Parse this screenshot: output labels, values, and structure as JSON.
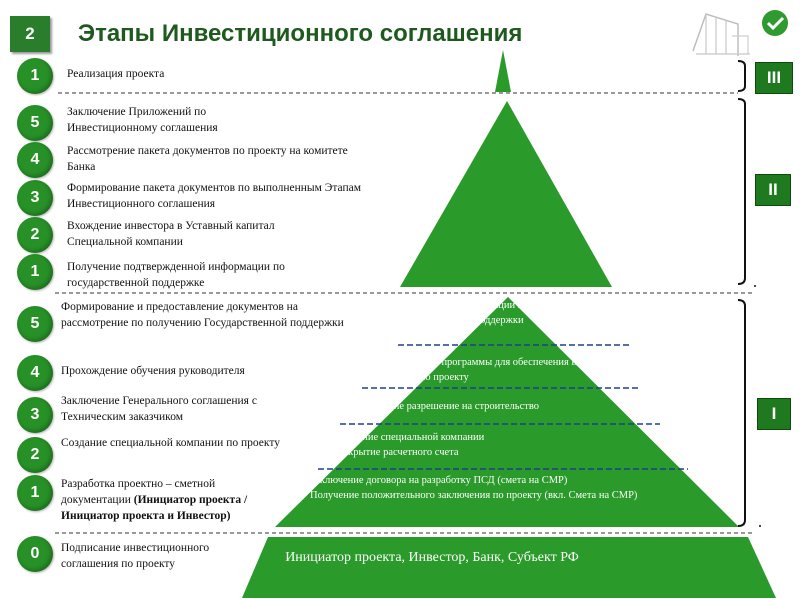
{
  "header": {
    "slide_number": "2",
    "title": "Этапы Инвестиционного соглашения"
  },
  "stage_labels": {
    "iii": "III",
    "ii": "II",
    "i": "I"
  },
  "left_steps": {
    "stage3": [
      {
        "num": "1",
        "text": "Реализация проекта"
      }
    ],
    "stage2": [
      {
        "num": "5",
        "text": "Заключение Приложений по Инвестиционному соглашения"
      },
      {
        "num": "4",
        "text": "Рассмотрение пакета документов по проекту на комитете Банка"
      },
      {
        "num": "3",
        "text": "Формирование пакета документов по выполненным Этапам Инвестиционного соглашения"
      },
      {
        "num": "2",
        "text": "Вхождение инвестора в Уставный капитал Специальной компании"
      },
      {
        "num": "1",
        "text": "Получение подтвержденной информации по государственной поддержке"
      }
    ],
    "stage1": [
      {
        "num": "5",
        "text": "Формирование и предоставление документов на рассмотрение по получению Государственной поддержки"
      },
      {
        "num": "4",
        "text": "Прохождение обучения руководителя"
      },
      {
        "num": "3",
        "text": "Заключение Генерального соглашения с Техническим заказчиком"
      },
      {
        "num": "2",
        "text": "Создание специальной компании по проекту"
      },
      {
        "num": "1",
        "text": "Разработка проектно – сметной документации ",
        "bold": "(Инициатор проекта / Инициатор проекта и Инвестор)"
      }
    ],
    "stage0": [
      {
        "num": "0",
        "text": "Подписание инвестиционного соглашения по проекту"
      }
    ]
  },
  "pyramid": {
    "items": [
      "Получение информации по возможным формам государственной поддержки",
      "Прохождение программы для обеспечения выхода на показатели по проекту",
      "Получение разрешение на строительство",
      "Создание специальной компании",
      "Открытие расчетного счета",
      "Заключение договора на разработку ПСД  (смета на СМР)",
      "Получение положительного заключения по проекту (вкл. Смета на СМР)"
    ],
    "base": "Инициатор  проекта, Инвестор, Банк, Субъект РФ"
  },
  "colors": {
    "green": "#279127",
    "dark_green": "#1f7a1f",
    "dash_blue": "#1f3f8f"
  },
  "icons": [
    "building-logo-icon",
    "bank-logo-icon"
  ]
}
